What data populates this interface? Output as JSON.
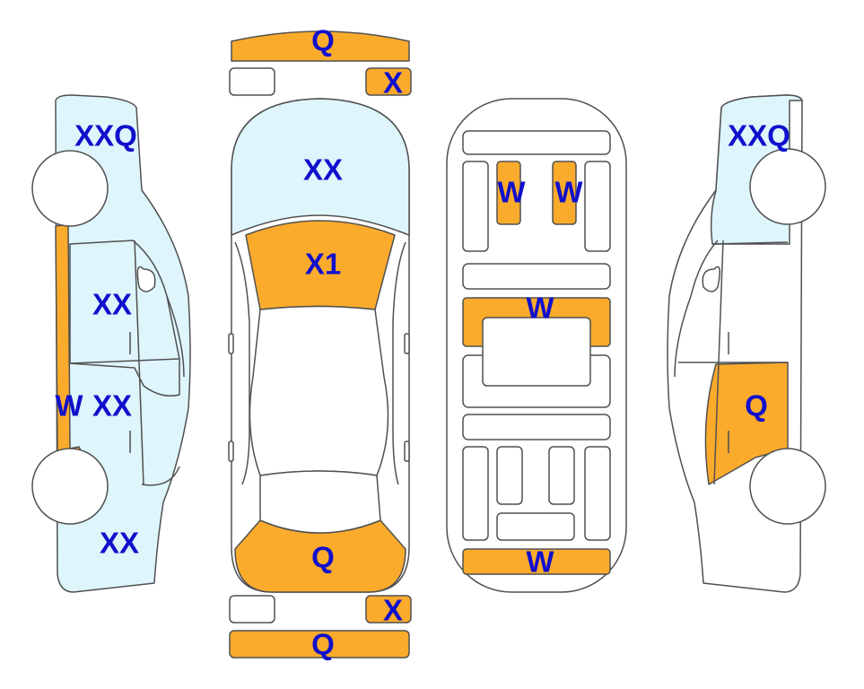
{
  "colors": {
    "damage": "#fbab2c",
    "glass": "#def5fc",
    "outline": "#505050",
    "label": "#1010cc",
    "wheel_fill": "#ffffff"
  },
  "legend_codes": {
    "W": "W",
    "X": "X",
    "XX": "XX",
    "X1": "X1",
    "Q": "Q",
    "XXQ": "XXQ"
  },
  "views": {
    "left_side": {
      "front_corner": "XXQ",
      "front_door": "XX",
      "sill": "W",
      "rear_door": "XX",
      "rear_quarter": "XX"
    },
    "top": {
      "front_bumper": "Q",
      "front_right_corner": "X",
      "hood": "XX",
      "windshield": "X1",
      "trunk": "Q",
      "rear_right_corner": "X",
      "rear_bumper": "Q"
    },
    "underside": {
      "front_left_rail": "W",
      "front_right_rail": "W",
      "cross_member": "W",
      "rear_panel": "W"
    },
    "right_side": {
      "front_corner": "XXQ",
      "rear_door": "Q"
    }
  }
}
